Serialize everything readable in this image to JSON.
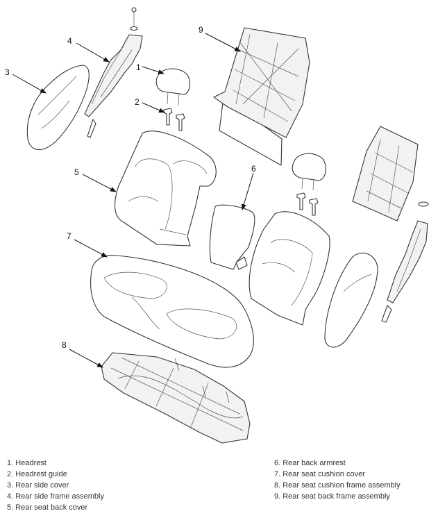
{
  "callouts": [
    "1",
    "2",
    "3",
    "4",
    "5",
    "6",
    "7",
    "8",
    "9"
  ],
  "legend": {
    "left": [
      "1. Headrest",
      "2. Headrest guide",
      "3. Rear side cover",
      "4. Rear side frame assembly",
      "5. Rear seat back cover"
    ],
    "right": [
      "6. Rear back armrest",
      "7. Rear seat cushion cover",
      "8. Rear seat cushion frame assembly",
      "9. Rear seat back frame assembly"
    ]
  }
}
